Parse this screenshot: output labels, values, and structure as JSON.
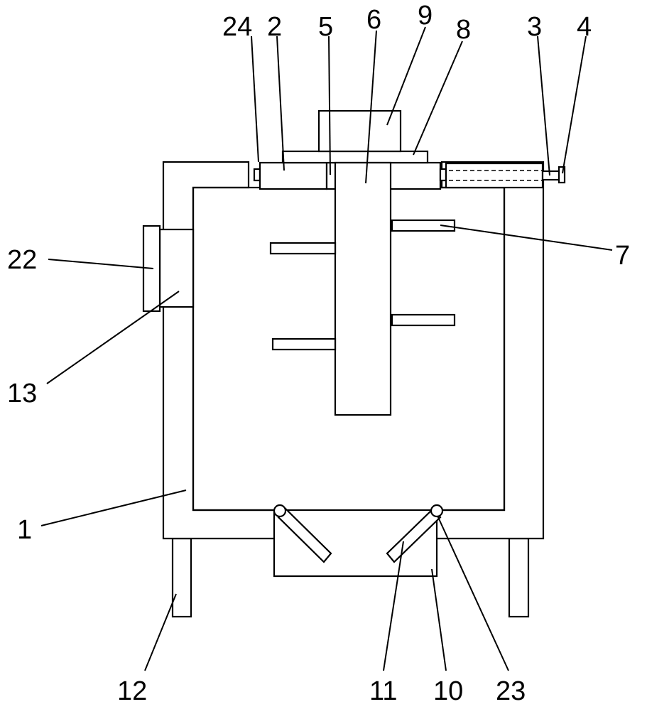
{
  "diagram": {
    "labels": {
      "l1": "1",
      "l2": "2",
      "l3": "3",
      "l4": "4",
      "l5": "5",
      "l6": "6",
      "l7": "7",
      "l8": "8",
      "l9": "9",
      "l10": "10",
      "l11": "11",
      "l12": "12",
      "l13": "13",
      "l22": "22",
      "l23": "23",
      "l24": "24"
    },
    "colors": {
      "stroke": "#000000",
      "fill": "#ffffff"
    }
  }
}
